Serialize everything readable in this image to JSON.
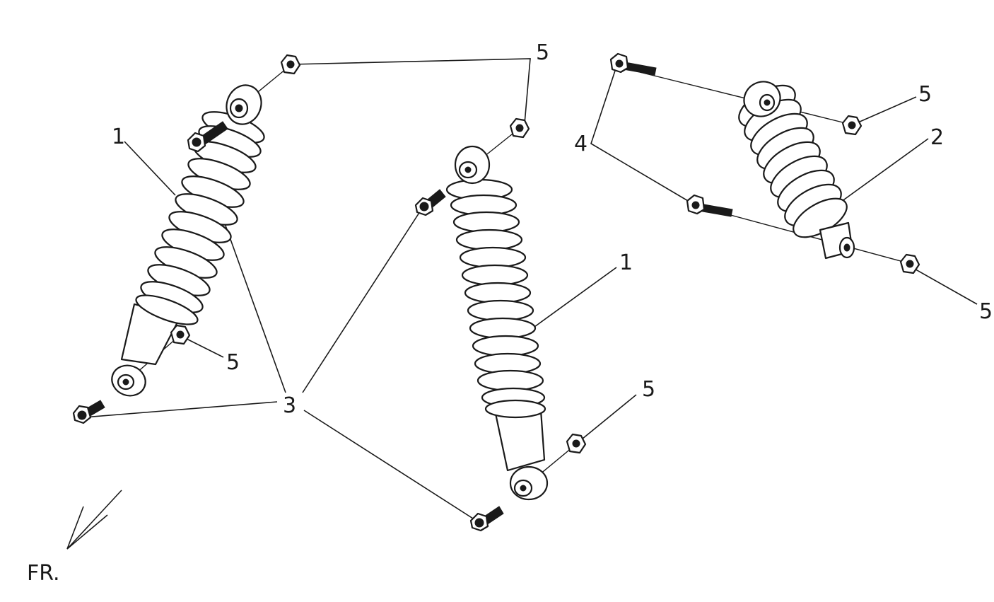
{
  "callouts": [
    {
      "id": "c5-top",
      "text": "5"
    },
    {
      "id": "c5-right-top",
      "text": "5"
    },
    {
      "id": "c2",
      "text": "2"
    },
    {
      "id": "c4",
      "text": "4"
    },
    {
      "id": "c1-left",
      "text": "1"
    },
    {
      "id": "c1-mid",
      "text": "1"
    },
    {
      "id": "c5-right-bottom",
      "text": "5"
    },
    {
      "id": "c5-left",
      "text": "5"
    },
    {
      "id": "c3",
      "text": "3"
    },
    {
      "id": "c5-mid",
      "text": "5"
    }
  ],
  "direction": {
    "text": "FR."
  }
}
